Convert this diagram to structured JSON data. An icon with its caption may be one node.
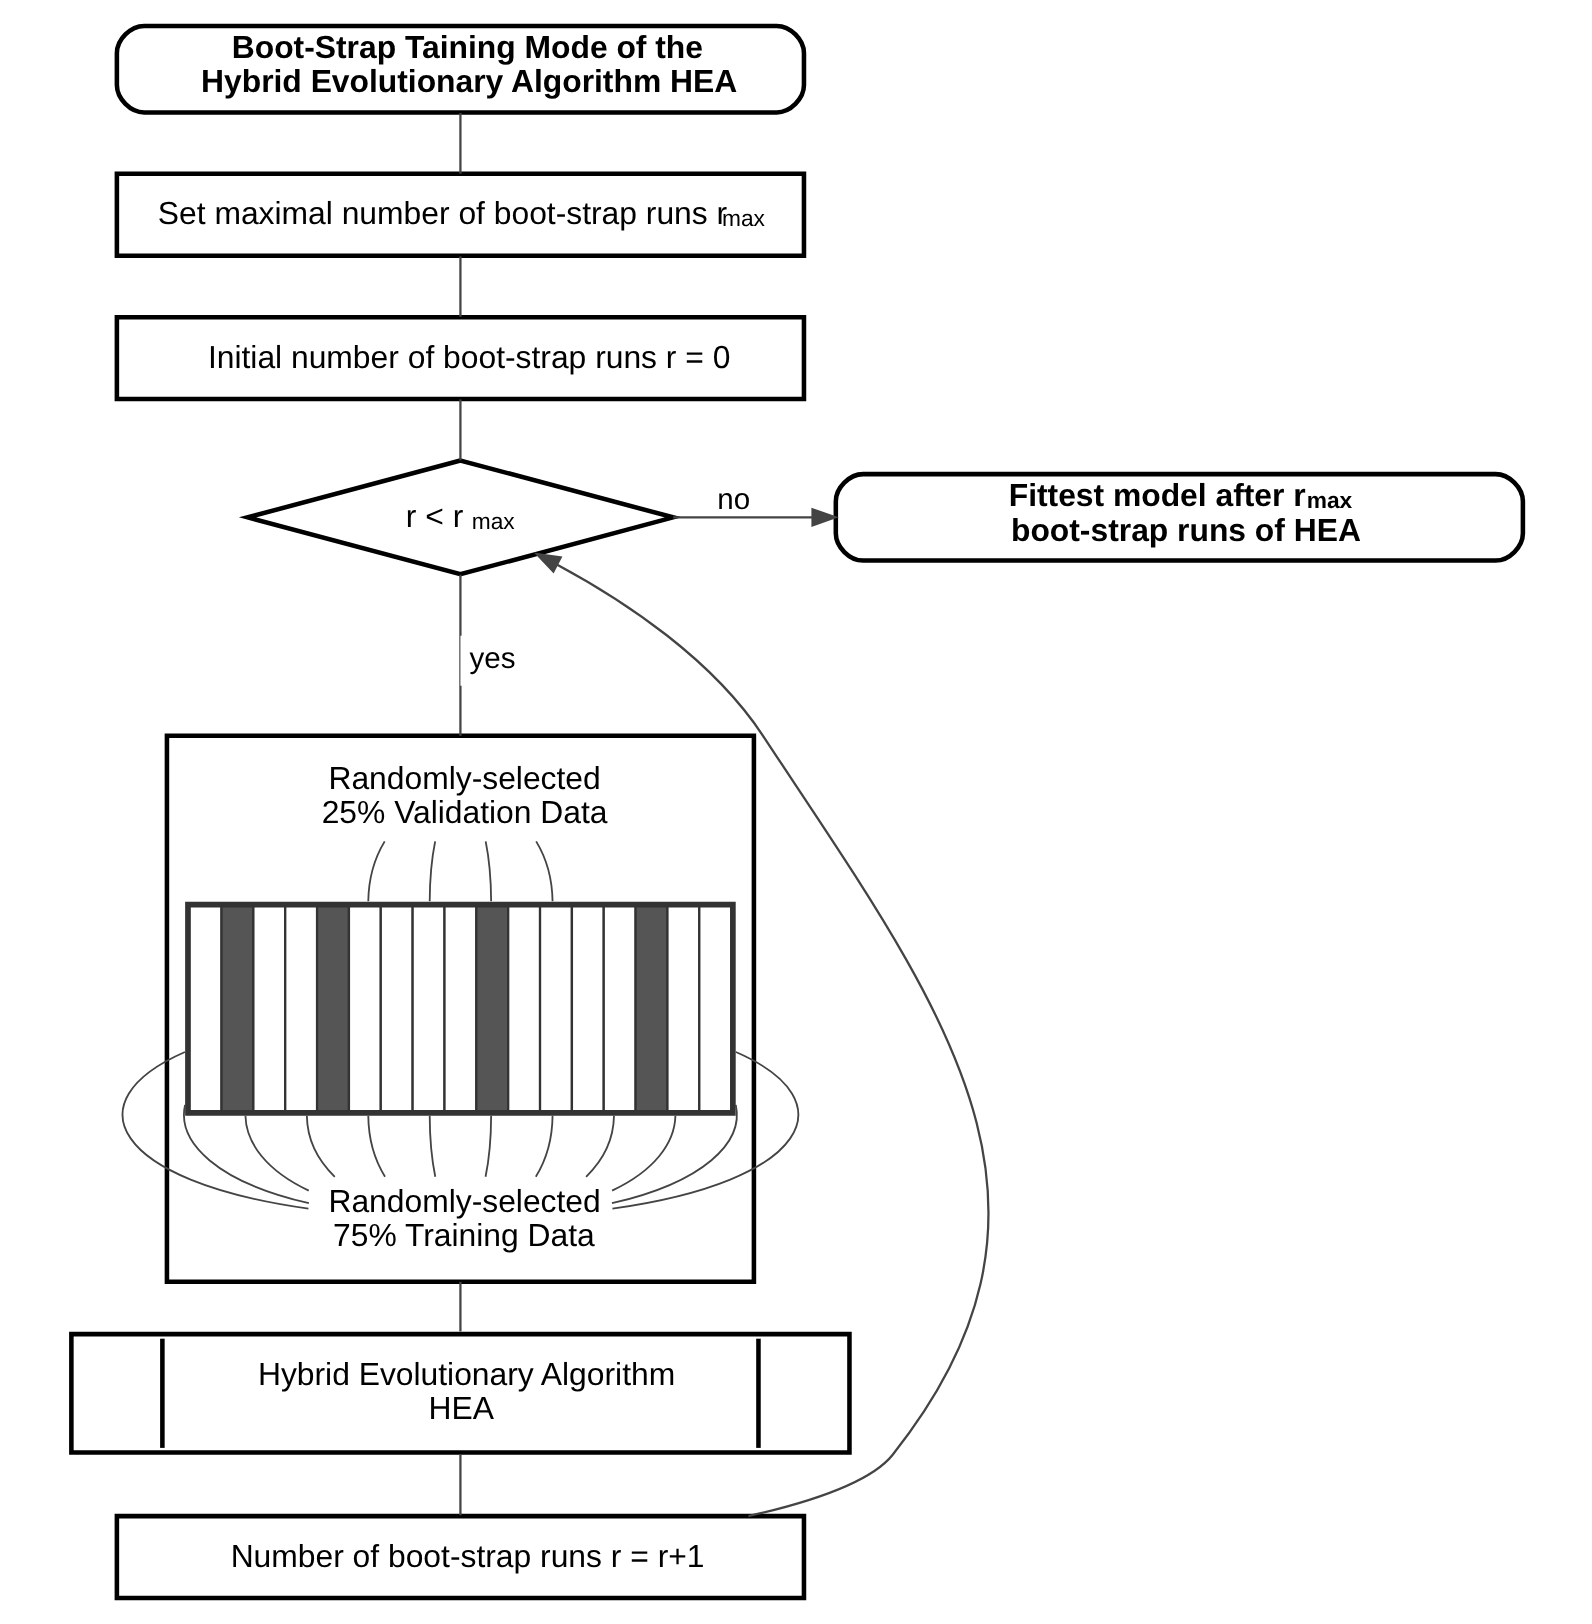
{
  "diagram": {
    "nodes": [
      {
        "text": [
          "Boot-Strap Taining Mode of the Hybrid Evolutionary Algorithm HEA"
        ]
      },
      {
        "text": [
          "Set maximal number of boot-strap runs r$_{max}$"
        ]
      },
      {
        "text": [
          "Initial number of boot-strap runs r = 0"
        ]
      },
      {
        "text": [
          "r < r$_{max}$"
        ]
      },
      {
        "text": [
          "Fittest model after r$_{max}$ boot-strap runs of HEA"
        ]
      },
      {
        "text": [],
        "shape": "box"
      },
      {
        "text": [
          "Randomly-selected 25% Validation Data"
        ],
        "in": 5
      },
      {
        "text": [],
        "shape": "picture",
        "in": 5
      },
      {
        "text": [
          "Randomly-selected 75% Training Data"
        ],
        "in": 5
      },
      {
        "text": [
          "Hybrid Evolutionary Algorithm HEA"
        ]
      },
      {
        "text": [
          "Number of boot-strap runs r = r+1"
        ]
      }
    ],
    "edges": [
      {
        "from": 0,
        "to": 1,
        "arrow": "none"
      },
      {
        "from": 1,
        "to": 2,
        "arrow": "none"
      },
      {
        "from": 2,
        "to": 3,
        "arrow": "none"
      },
      {
        "from": 3,
        "to": 4,
        "arrow": "to",
        "label": "no"
      },
      {
        "from": 3,
        "to": 5,
        "arrow": "none",
        "label": "yes"
      },
      {
        "from": 6,
        "to": 7,
        "arrow": "none"
      },
      {
        "from": 6,
        "to": 7,
        "arrow": "none"
      },
      {
        "from": 6,
        "to": 7,
        "arrow": "none"
      },
      {
        "from": 6,
        "to": 7,
        "arrow": "none"
      },
      {
        "from": 8,
        "to": 7,
        "arrow": "none"
      },
      {
        "from": 8,
        "to": 7,
        "arrow": "none"
      },
      {
        "from": 8,
        "to": 7,
        "arrow": "none"
      },
      {
        "from": 8,
        "to": 7,
        "arrow": "none"
      },
      {
        "from": 8,
        "to": 7,
        "arrow": "none"
      },
      {
        "from": 8,
        "to": 7,
        "arrow": "none"
      },
      {
        "from": 8,
        "to": 7,
        "arrow": "none"
      },
      {
        "from": 8,
        "to": 7,
        "arrow": "none"
      },
      {
        "from": 8,
        "to": 7,
        "arrow": "none"
      },
      {
        "from": 8,
        "to": 7,
        "arrow": "none"
      },
      {
        "from": 8,
        "to": 7,
        "arrow": "none"
      },
      {
        "from": 8,
        "to": 7,
        "arrow": "none"
      },
      {
        "from": 5,
        "to": 9,
        "arrow": "none"
      },
      {
        "from": 9,
        "to": 10,
        "arrow": "none"
      },
      {
        "from": 10,
        "to": 3,
        "arrow": "to"
      }
    ]
  }
}
